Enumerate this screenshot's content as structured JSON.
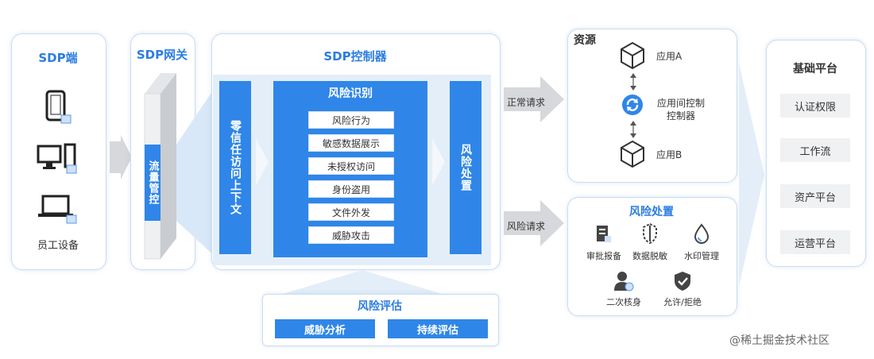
{
  "sdp_client": {
    "title": "SDP端",
    "devices_label": "员工设备",
    "icons": [
      "phone-icon",
      "desktop-icon",
      "laptop-icon"
    ]
  },
  "sdp_gateway": {
    "title": "SDP网关",
    "traffic_label": "流量管控"
  },
  "sdp_controller": {
    "title": "SDP控制器",
    "zero_trust_label": "零信任访问上下文",
    "risk_identify": {
      "title": "风险识别",
      "items": [
        "风险行为",
        "敏感数据展示",
        "未授权访问",
        "身份盗用",
        "文件外发",
        "威胁攻击"
      ]
    },
    "risk_handle_label": "风险处置"
  },
  "risk_eval": {
    "title": "风险评估",
    "buttons": [
      "威胁分析",
      "持续评估"
    ]
  },
  "flows": {
    "normal_request": "正常请求",
    "risk_request": "风险请求"
  },
  "resources": {
    "title": "资源",
    "app_a": "应用A",
    "controller": "应用间控制控制器",
    "app_b": "应用B"
  },
  "risk_disposal": {
    "title": "风险处置",
    "items": [
      {
        "label": "审批报备",
        "icon": "document-icon"
      },
      {
        "label": "数据脱敏",
        "icon": "shield-data-icon"
      },
      {
        "label": "水印管理",
        "icon": "watermark-icon"
      },
      {
        "label": "二次核身",
        "icon": "user-verify-icon"
      },
      {
        "label": "允许/拒绝",
        "icon": "check-shield-icon"
      }
    ]
  },
  "base_platform": {
    "title": "基础平台",
    "items": [
      "认证权限",
      "工作流",
      "资产平台",
      "运营平台"
    ]
  },
  "watermark": "@稀土掘金技术社区",
  "colors": {
    "accent": "#2f86e8",
    "title_blue": "#2b7de0",
    "arrow_gray": "#d6d8db"
  }
}
